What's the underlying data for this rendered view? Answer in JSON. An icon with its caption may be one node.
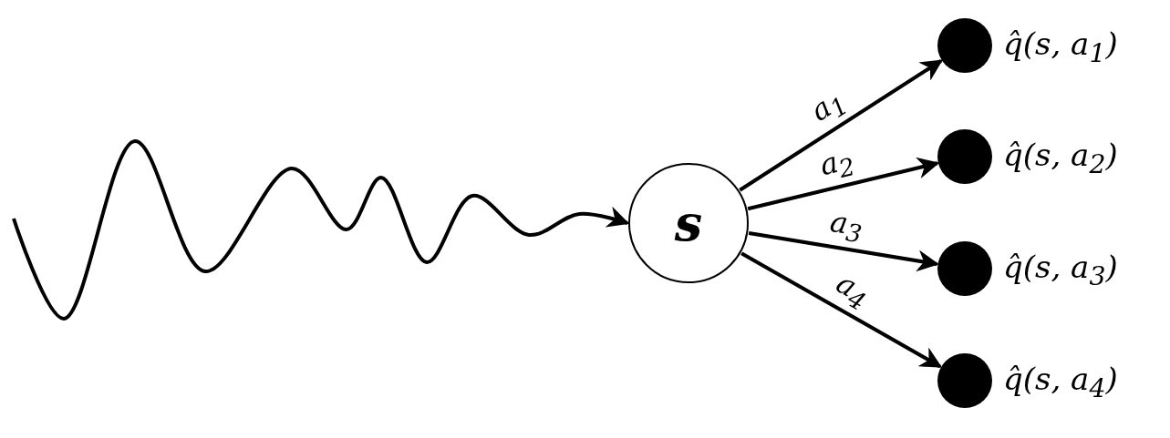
{
  "diagram": {
    "nodes": [
      {
        "text": [
          "s"
        ]
      },
      {
        "text": [],
        "shape": "circle",
        "beside": [
          "q̂(s, a$_{1}$)"
        ]
      },
      {
        "text": [],
        "shape": "circle",
        "beside": [
          "q̂(s, a$_{2}$)"
        ]
      },
      {
        "text": [],
        "shape": "circle",
        "beside": [
          "q̂(s, a$_{3}$)"
        ]
      },
      {
        "text": [],
        "shape": "circle",
        "beside": [
          "q̂(s, a$_{4}$)"
        ]
      }
    ],
    "edges": [
      {
        "from": null,
        "to": 0,
        "arrow": "to"
      },
      {
        "from": 0,
        "to": 1,
        "arrow": "to",
        "label": "a$_{1}$"
      },
      {
        "from": 0,
        "to": 2,
        "arrow": "to",
        "label": "a$_{2}$"
      },
      {
        "from": 0,
        "to": 3,
        "arrow": "to",
        "label": "a$_{3}$"
      },
      {
        "from": 0,
        "to": 4,
        "arrow": "to",
        "label": "a$_{4}$"
      }
    ]
  }
}
